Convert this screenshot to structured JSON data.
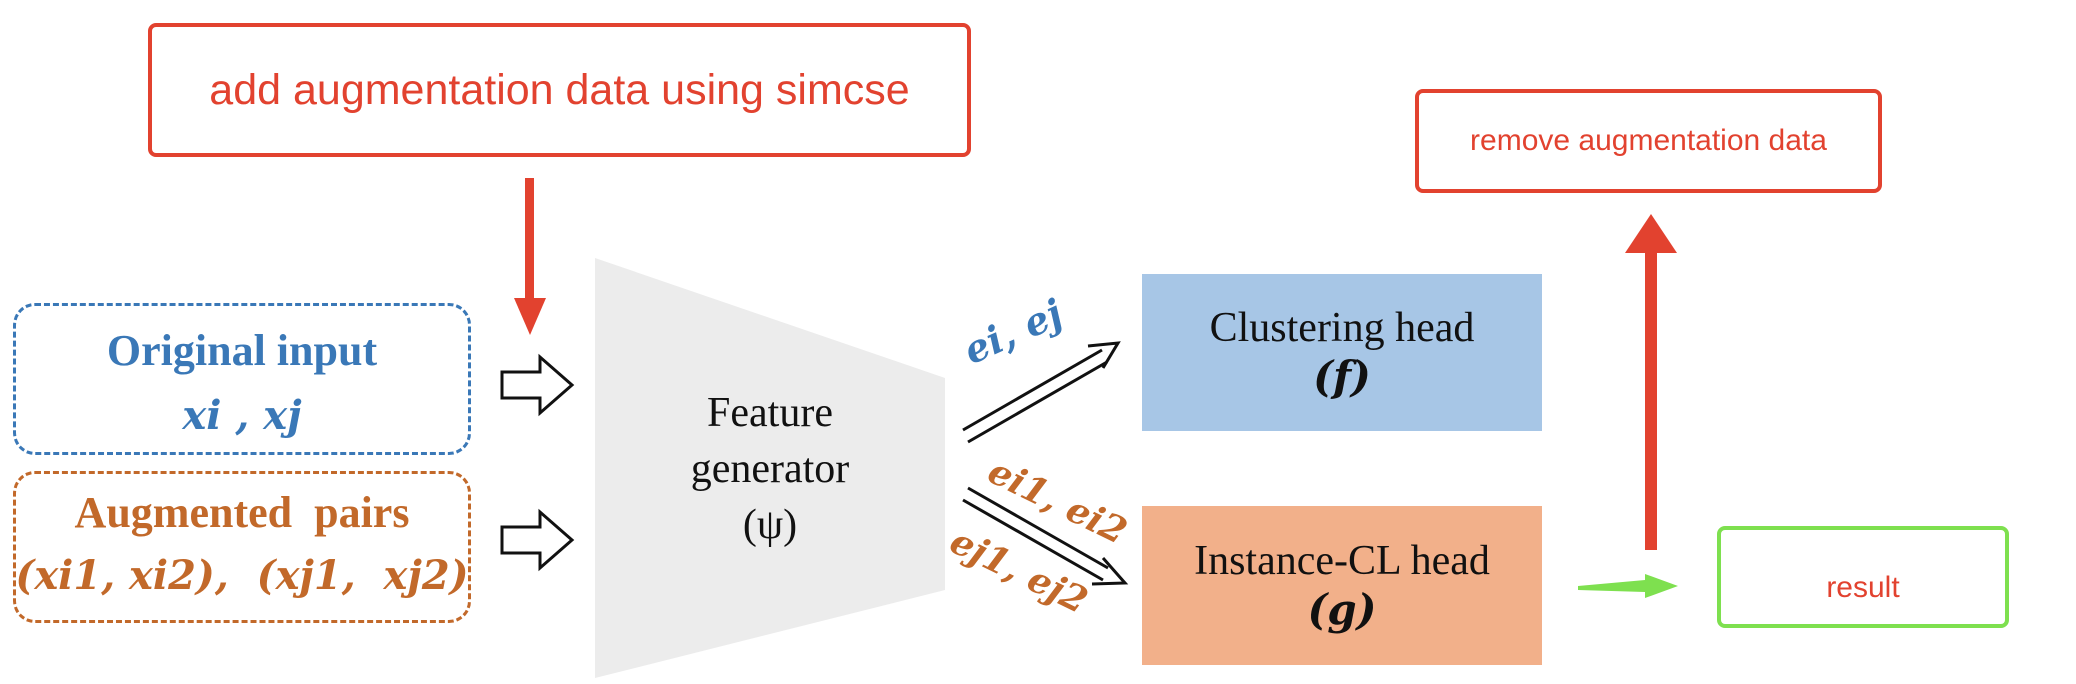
{
  "annotations": {
    "add_aug": "add augmentation data using simcse",
    "remove_aug": "remove augmentation data",
    "result": "result"
  },
  "inputs": {
    "original_title": "Original input",
    "original_vars": "xi , xj",
    "augmented_title": "Augmented  pairs",
    "augmented_vars": "(xi1, xi2),  (xj1,  xj2)"
  },
  "generator": {
    "line1": "Feature",
    "line2": "generator",
    "line3": "(ψ)"
  },
  "edges": {
    "top_label": "ei, ej",
    "bottom_label_1": "ei1, ei2",
    "bottom_label_2": "ej1, ej2"
  },
  "heads": {
    "clustering_title": "Clustering head",
    "clustering_sym": "(f)",
    "instance_title": "Instance-CL head",
    "instance_sym": "(g)"
  },
  "colors": {
    "annotation_red": "#e2422f",
    "result_green": "#7ee04f",
    "original_blue": "#3a78b7",
    "augmented_orange": "#c2692a",
    "clustering_fill": "#a7c6e6",
    "instance_fill": "#f2b08a",
    "generator_fill": "#ececec"
  }
}
